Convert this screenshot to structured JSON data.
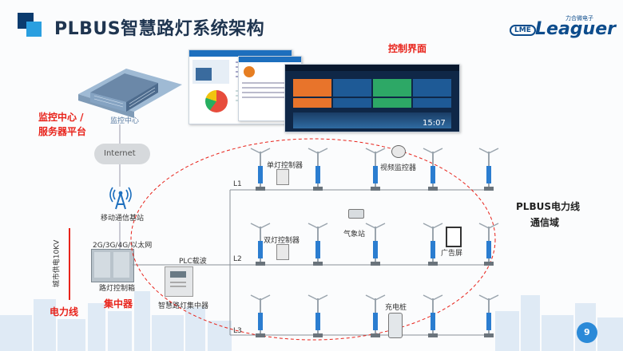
{
  "header": {
    "title": "PLBUS智慧路灯系统架构",
    "logo": {
      "badge": "LME",
      "name": "Leaguer",
      "sub": "力合微电子"
    }
  },
  "labels": {
    "control_ui": "控制界面",
    "monitor_center": "监控中心",
    "server_platform_line1": "监控中心 /",
    "server_platform_line2": "服务器平台",
    "internet": "Internet",
    "mobile_station": "移动通信基站",
    "network_types": "2G/3G/4G/以太网",
    "plc": "PLC载波",
    "cabinet": "路灯控制箱",
    "concentrator": "智慧路灯集中器",
    "concentrator_red": "集中器",
    "power_line": "电力线",
    "city_power": "城市供电10KV",
    "single_ctrl": "单灯控制器",
    "video_ctrl": "视频监控器",
    "double_ctrl": "双灯控制器",
    "weather": "气象站",
    "ad_screen": "广告屏",
    "charger": "充电桩",
    "domain_line1": "PLBUS电力线",
    "domain_line2": "通信域",
    "L1": "L1",
    "L2": "L2",
    "L3": "L3",
    "clock": "15:07",
    "page_number": "9"
  },
  "colors": {
    "accent_red": "#e8231b",
    "navy": "#1f3550",
    "pole_blue": "#2b7dd0"
  }
}
